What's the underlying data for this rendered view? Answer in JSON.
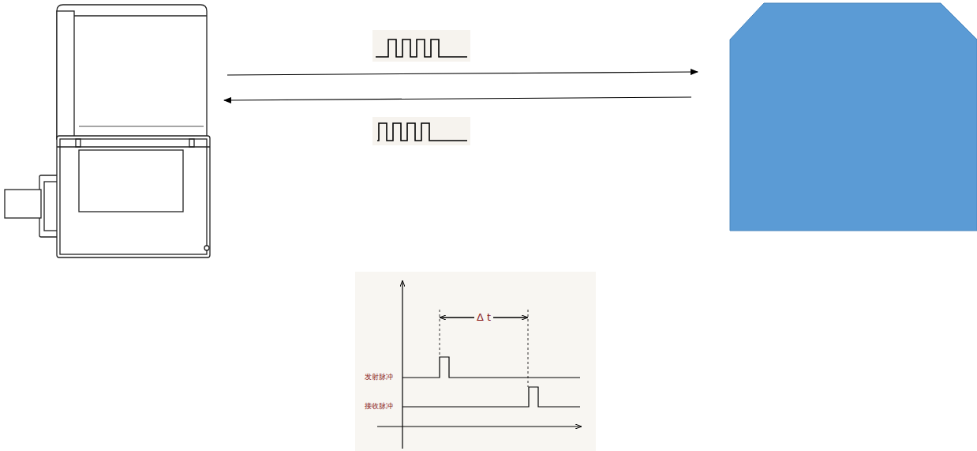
{
  "diagram": {
    "labels": [
      "Δ t",
      "发射脉冲",
      "接收脉冲"
    ]
  }
}
